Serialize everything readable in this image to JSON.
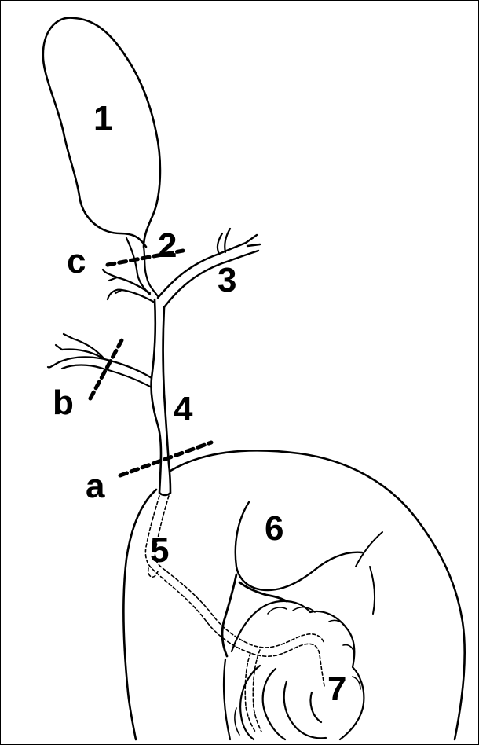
{
  "figure": {
    "labels": {
      "gallbladder": "1",
      "cystic_duct": "2",
      "hepatic_duct_branch": "3",
      "common_bile_duct": "4",
      "pancreas": "5",
      "duodenum": "6",
      "jejunum": "7",
      "cut_line_a": "a",
      "cut_line_b": "b",
      "cut_line_c": "c"
    },
    "colors": {
      "ink": "#000000",
      "background": "#ffffff"
    }
  }
}
